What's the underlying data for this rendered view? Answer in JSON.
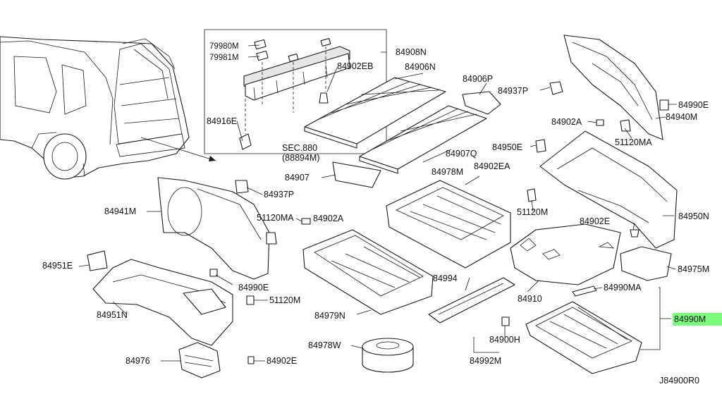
{
  "colors": {
    "highlight": "#7CFC7C",
    "line": "#1a1a1a"
  },
  "labels": {
    "l79980M": "79980M",
    "l79981M": "79981M",
    "l84908N": "84908N",
    "l84902EB": "84902EB",
    "l84906N": "84906N",
    "l84906P": "84906P",
    "l84937P_a": "84937P",
    "l84990E_a": "84990E",
    "l84940M": "84940M",
    "l84916E": "84916E",
    "l84902A_a": "84902A",
    "l51120MA_a": "51120MA",
    "l84950E": "84950E",
    "secCode": "SEC.880",
    "secRef": "(88894M)",
    "l84907Q": "84907Q",
    "l84907": "84907",
    "l84978M": "84978M",
    "l84902EA": "84902EA",
    "l84937P_b": "84937P",
    "l84941M": "84941M",
    "l51120MA_b": "51120MA",
    "l84902A_b": "84902A",
    "l51120M_a": "51120M",
    "l84950N": "84950N",
    "l84902E_a": "84902E",
    "l84951E": "84951E",
    "l84975M": "84975M",
    "l84990E_b": "84990E",
    "l84994": "84994",
    "l84910": "84910",
    "l84990MA": "84990MA",
    "l51120M_b": "51120M",
    "l84951N": "84951N",
    "l84979N": "84979N",
    "l84990M": "84990M",
    "l84978W": "84978W",
    "l84900H": "84900H",
    "l84976": "84976",
    "l84902E_b": "84902E",
    "l84992M": "84992M",
    "diagramCode": "J84900R0"
  }
}
